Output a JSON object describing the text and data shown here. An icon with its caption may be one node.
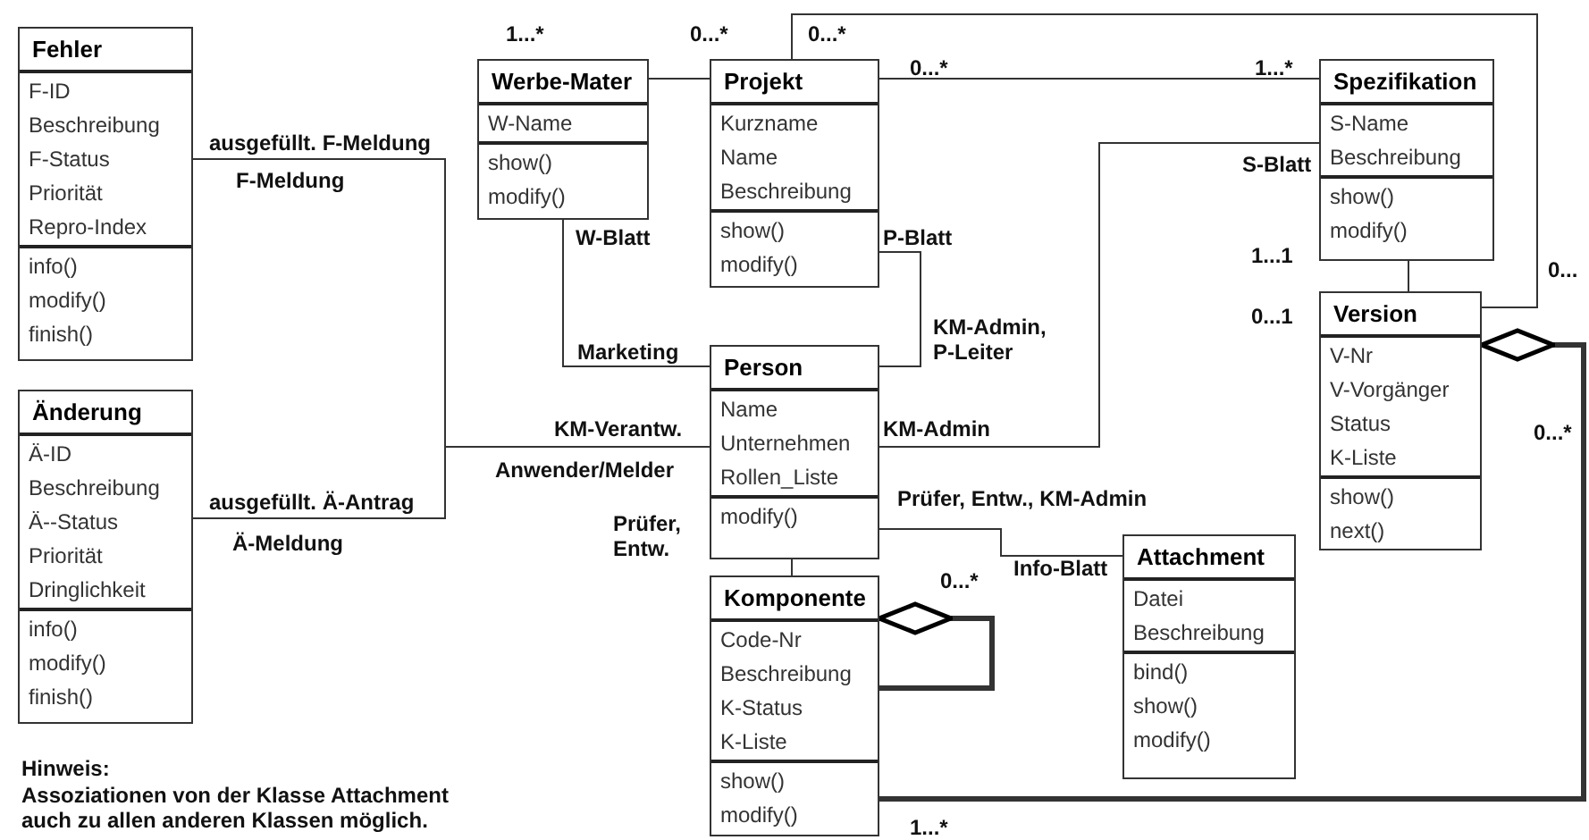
{
  "diagram": {
    "nodes": [
      {
        "text": [
          "Fehler",
          "F-ID",
          "Beschreibung",
          "F-Status",
          "Priorität",
          "Repro-Index",
          "info()",
          "modify()",
          "finish()"
        ]
      },
      {
        "text": [
          "Änderung",
          "Ä-ID",
          "Beschreibung",
          "Ä--Status",
          "Priorität",
          "Dringlichkeit",
          "info()",
          "modify()",
          "finish()"
        ]
      },
      {
        "text": [
          "Werbe-Mater",
          "W-Name",
          "show()",
          "modify()"
        ]
      },
      {
        "text": [
          "Projekt",
          "Kurzname",
          "Name",
          "Beschreibung",
          "show()",
          "modify()"
        ]
      },
      {
        "text": [
          "Person",
          "Name",
          "Unternehmen",
          "Rollen_Liste",
          "modify()"
        ]
      },
      {
        "text": [
          "Spezifikation",
          "S-Name",
          "Beschreibung",
          "show()",
          "modify()"
        ]
      },
      {
        "text": [
          "Version",
          "V-Nr",
          "V-Vorgänger",
          "Status",
          "K-Liste",
          "show()",
          "next()"
        ]
      },
      {
        "text": [
          "Komponente",
          "Code-Nr",
          "Beschreibung",
          "K-Status",
          "K-Liste",
          "show()",
          "modify()"
        ]
      },
      {
        "text": [
          "Attachment",
          "Datei",
          "Beschreibung",
          "bind()",
          "show()",
          "modify()"
        ]
      }
    ],
    "edges": [
      {
        "from": 0,
        "to": 4,
        "arrow": "none"
      },
      {
        "from": 1,
        "to": 4,
        "arrow": "none"
      },
      {
        "from": 2,
        "to": 3,
        "arrow": "none"
      },
      {
        "from": 2,
        "to": 4,
        "arrow": "none"
      },
      {
        "from": 3,
        "to": 4,
        "arrow": "none"
      },
      {
        "from": 3,
        "to": 5,
        "arrow": "none"
      },
      {
        "from": 3,
        "to": 6,
        "arrow": "none"
      },
      {
        "from": 4,
        "to": 5,
        "arrow": "none"
      },
      {
        "from": 5,
        "to": 6,
        "arrow": "none"
      },
      {
        "from": 4,
        "to": 7,
        "arrow": "none"
      },
      {
        "from": 4,
        "to": 8,
        "arrow": "none"
      },
      {
        "from": 7,
        "to": 7,
        "arrow": "other",
        "style": "thick"
      },
      {
        "from": 7,
        "to": 6,
        "arrow": "other",
        "style": "thick"
      }
    ],
    "labels": [
      "1...*",
      "0...*",
      "0...*",
      "0...*",
      "1...*",
      "ausgefüllt. F-Meldung",
      "S-Blatt",
      "F-Meldung",
      "W-Blatt",
      "P-Blatt",
      "1...1",
      "0...",
      "KM-Admin, P-Leiter",
      "0...1",
      "Marketing",
      "KM-Verantw.",
      "KM-Admin",
      "0...*",
      "Anwender/Melder",
      "ausgefüllt. Ä-Antrag",
      "Prüfer, Entw., KM-Admin",
      "Ä-Meldung",
      "Prüfer, Entw.",
      "Info-Blatt",
      "0...*",
      "Hinweis:",
      "Assoziationen von der Klasse Attachment auch zu allen anderen Klassen möglich.",
      "1...*"
    ]
  }
}
